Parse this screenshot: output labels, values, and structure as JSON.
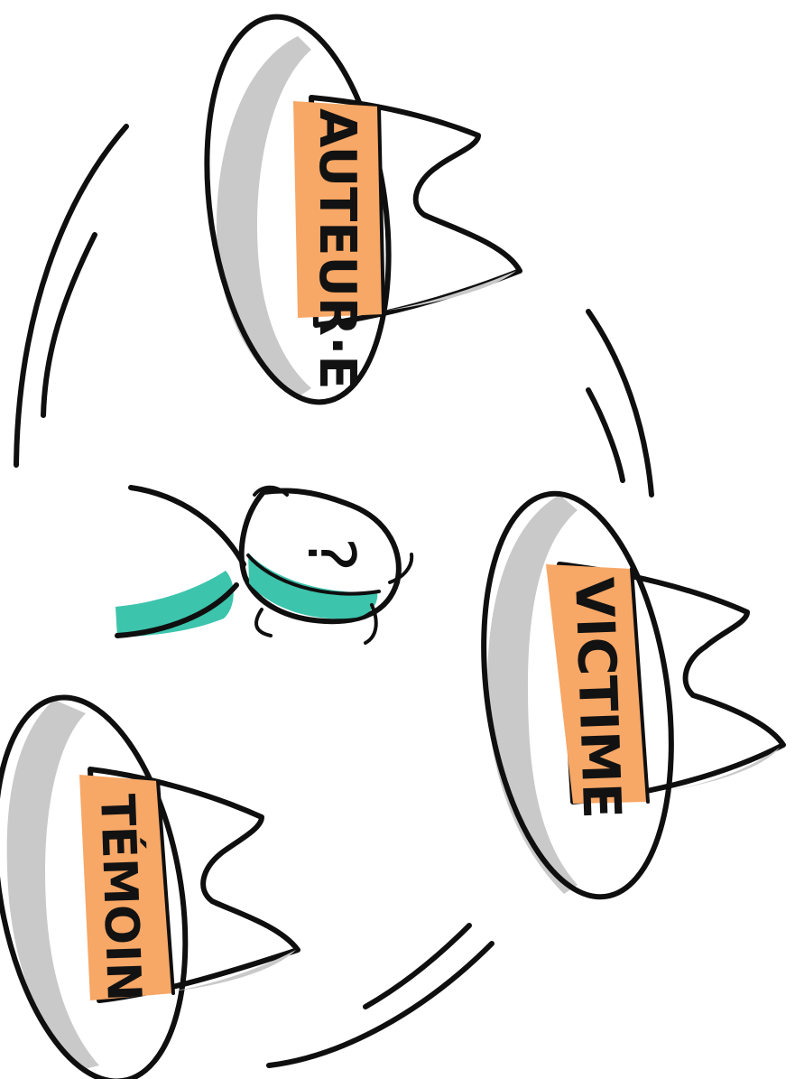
{
  "colors": {
    "background": "#ffffff",
    "ink": "#0f0f0f",
    "label_band": "#f7a766",
    "plate_shadow": "#c9c9c9",
    "accent_teal": "#3cc4ac"
  },
  "roles": [
    {
      "label": "AUTEUR·E"
    },
    {
      "label": "VICTIME"
    },
    {
      "label": "TÉMOIN"
    }
  ],
  "center": {
    "glyph": "?"
  }
}
